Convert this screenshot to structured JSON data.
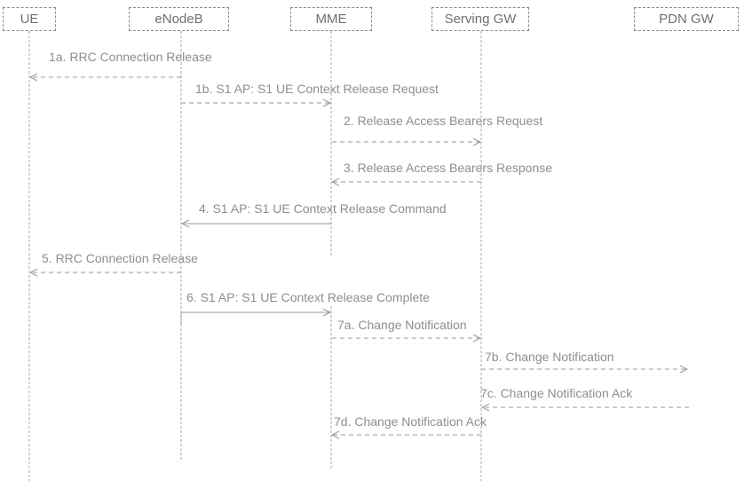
{
  "entities": [
    {
      "id": "ue",
      "label": "UE"
    },
    {
      "id": "enodeb",
      "label": "eNodeB"
    },
    {
      "id": "mme",
      "label": "MME"
    },
    {
      "id": "sgw",
      "label": "Serving GW"
    },
    {
      "id": "pgw",
      "label": "PDN GW"
    }
  ],
  "messages": [
    {
      "id": "m1a",
      "label": "1a. RRC Connection Release"
    },
    {
      "id": "m1b",
      "label": "1b. S1 AP: S1 UE Context Release Request"
    },
    {
      "id": "m2",
      "label": "2. Release Access Bearers Request"
    },
    {
      "id": "m3",
      "label": "3. Release Access Bearers Response"
    },
    {
      "id": "m4",
      "label": "4. S1 AP: S1 UE Context Release Command"
    },
    {
      "id": "m5",
      "label": "5. RRC Connection Release"
    },
    {
      "id": "m6",
      "label": "6. S1 AP: S1 UE Context Release Complete"
    },
    {
      "id": "m7a",
      "label": "7a. Change Notification"
    },
    {
      "id": "m7b",
      "label": "7b. Change Notification"
    },
    {
      "id": "m7c",
      "label": "7c. Change Notification Ack"
    },
    {
      "id": "m7d",
      "label": "7d. Change Notification Ack"
    }
  ]
}
